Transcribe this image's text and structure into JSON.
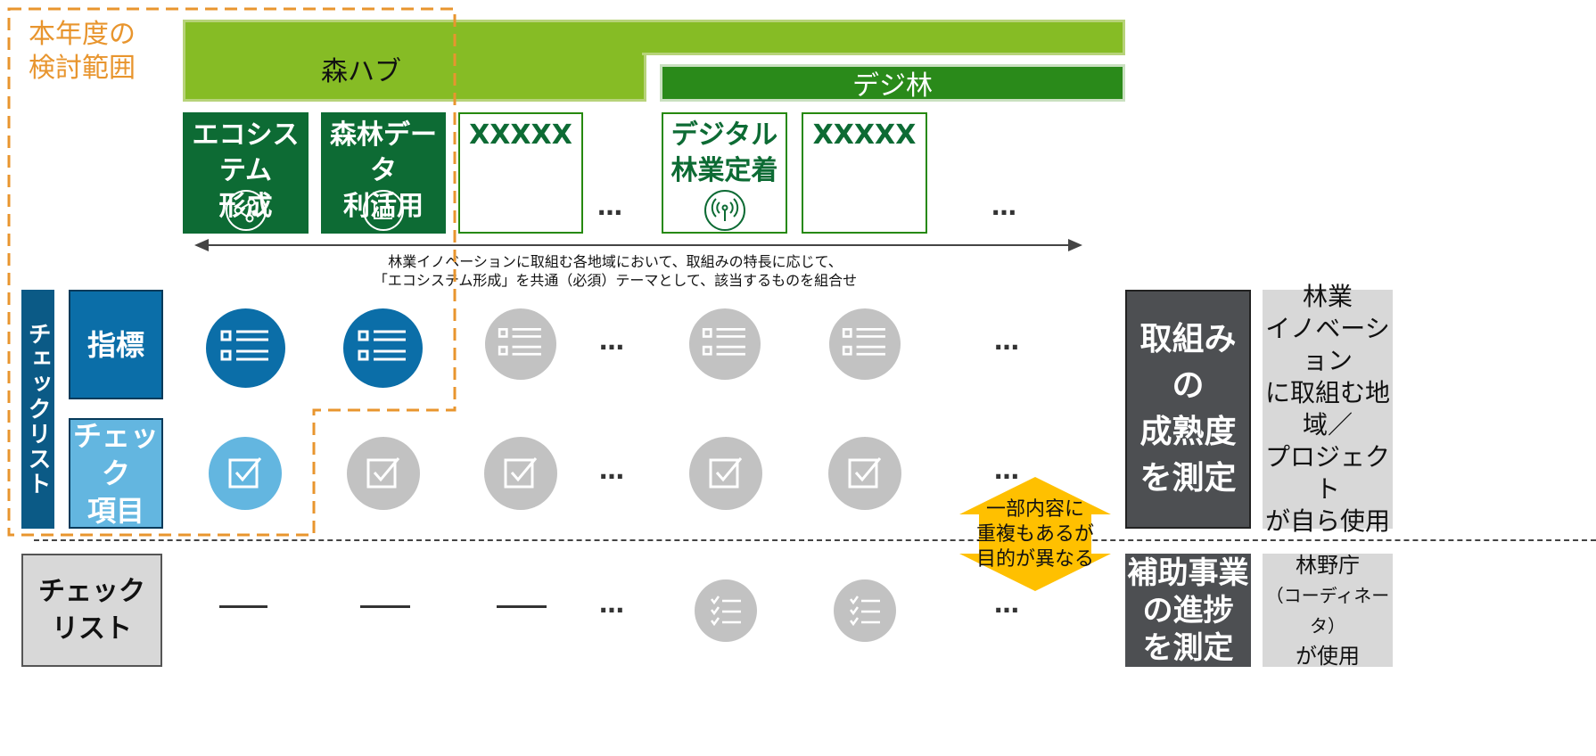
{
  "scope_label": [
    "本年度の",
    "検討範囲"
  ],
  "mori_hub": "森ハブ",
  "deji_rin": "デジ林",
  "cards": [
    {
      "lines": [
        "エコシステム",
        "形成"
      ],
      "icon": "network-icon",
      "style": "dark"
    },
    {
      "lines": [
        "森林データ",
        "利活用"
      ],
      "icon": "bar-chart-icon",
      "style": "dark"
    },
    {
      "lines": [
        "XXXXX"
      ],
      "icon": "",
      "style": "light"
    },
    {
      "lines": [
        "デジタル",
        "林業定着"
      ],
      "icon": "antenna-icon",
      "style": "light"
    },
    {
      "lines": [
        "XXXXX"
      ],
      "icon": "",
      "style": "light"
    }
  ],
  "ellipsis": "…",
  "arrow_caption": [
    "林業イノベーションに取組む各地域において、取組みの特長に応じて、",
    "「エコシステム形成」を共通（必須）テーマとして、該当するものを組合せ"
  ],
  "checklist_vertical": "チェックリスト",
  "row_index_label": "指標",
  "row_check_label": [
    "チェック",
    "項目"
  ],
  "row_bottom_label": [
    "チェック",
    "リスト"
  ],
  "maturity_box": [
    "取組みの",
    "成熟度",
    "を測定"
  ],
  "users_top": [
    "林業",
    "イノベーション",
    "に取組む地",
    "域／",
    "プロジェクト",
    "が自ら使用"
  ],
  "progress_box": [
    "補助事業",
    "の進捗",
    "を測定"
  ],
  "users_bottom": [
    "林野庁",
    "（コーディネータ）",
    "が使用"
  ],
  "overlap_note": [
    "一部内容に",
    "重複もあるが",
    "目的が異なる"
  ],
  "colors": {
    "green_light": "#86bc25",
    "green_dark": "#0d6b34",
    "blue": "#0b6ea8",
    "light_blue": "#63b6e0",
    "orange": "#e8952e",
    "grey": "#c2c2c2",
    "yellow": "#ffc000"
  }
}
